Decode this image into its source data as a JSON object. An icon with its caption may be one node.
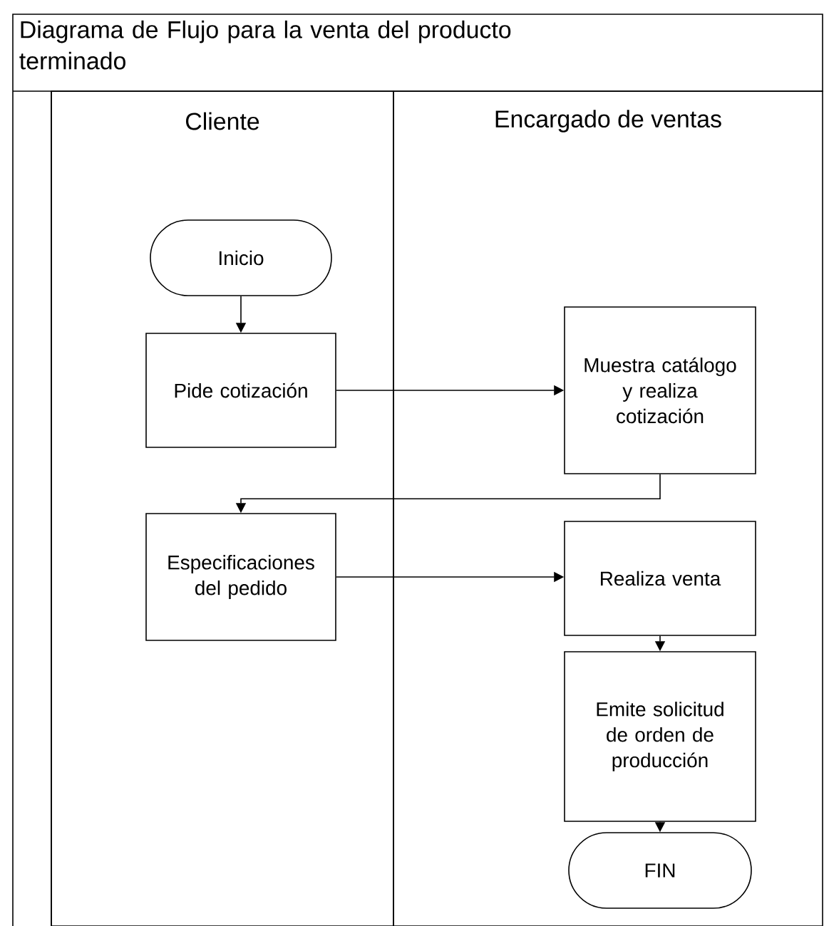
{
  "diagram": {
    "title": "Diagrama de Flujo para la venta del producto terminado",
    "nodes": [
      {
        "text": [
          "Cliente"
        ]
      },
      {
        "text": [
          "Encargado de ventas"
        ]
      },
      {
        "text": [
          "Inicio"
        ],
        "in": 0
      },
      {
        "text": [
          "Pide cotización"
        ],
        "in": 0
      },
      {
        "text": [
          "Muestra catálogo y realiza cotización"
        ],
        "in": 1
      },
      {
        "text": [
          "Especificaciones del pedido"
        ],
        "in": 0
      },
      {
        "text": [
          "Realiza venta"
        ],
        "in": 1
      },
      {
        "text": [
          "Emite solicitud de orden de producción"
        ],
        "in": 1
      },
      {
        "text": [
          "FIN"
        ],
        "in": 1
      }
    ],
    "edges": [
      {
        "from": 2,
        "to": 3,
        "arrow": "to"
      },
      {
        "from": 3,
        "to": 4,
        "arrow": "to"
      },
      {
        "from": 4,
        "to": 5,
        "arrow": "to"
      },
      {
        "from": 5,
        "to": 6,
        "arrow": "to"
      },
      {
        "from": 6,
        "to": 7,
        "arrow": "to"
      },
      {
        "from": 7,
        "to": 8,
        "arrow": "to"
      }
    ]
  }
}
